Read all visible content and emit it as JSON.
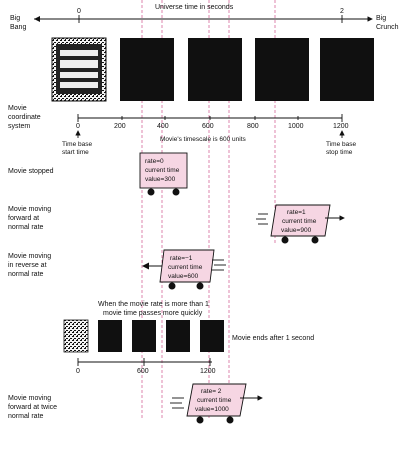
{
  "top_axis": {
    "title": "Universe time in seconds",
    "left_end": "Big Bang",
    "right_end": "Big Crunch",
    "ticks": [
      "0",
      "2"
    ]
  },
  "coord_axis": {
    "label": "Movie coordinate system",
    "ticks": [
      "0",
      "200",
      "400",
      "600",
      "800",
      "1000",
      "1200"
    ],
    "start_note": "Time base start time",
    "stop_note": "Time base stop time",
    "timescale_note": "Movie's timescale is 600 units"
  },
  "states": [
    {
      "label": "Movie stopped",
      "rate": "rate=0",
      "current": "current time",
      "value": "value=300",
      "direction": "none"
    },
    {
      "label": "Movie moving forward at normal rate",
      "rate": "rate=1",
      "current": "current time",
      "value": "value=900",
      "direction": "forward"
    },
    {
      "label": "Movie moving in reverse at normal rate",
      "rate": "rate=−1",
      "current": "current time",
      "value": "value=600",
      "direction": "reverse"
    },
    {
      "label": "Movie moving forward at twice normal rate",
      "rate": "rate= 2",
      "current": "current time",
      "value": "value=1000",
      "direction": "forward"
    }
  ],
  "fast_section": {
    "caption": "When the movie rate is more than 1 movie time passes more quickly",
    "end_note": "Movie ends after 1 second",
    "ticks": [
      "0",
      "600",
      "1200"
    ]
  }
}
